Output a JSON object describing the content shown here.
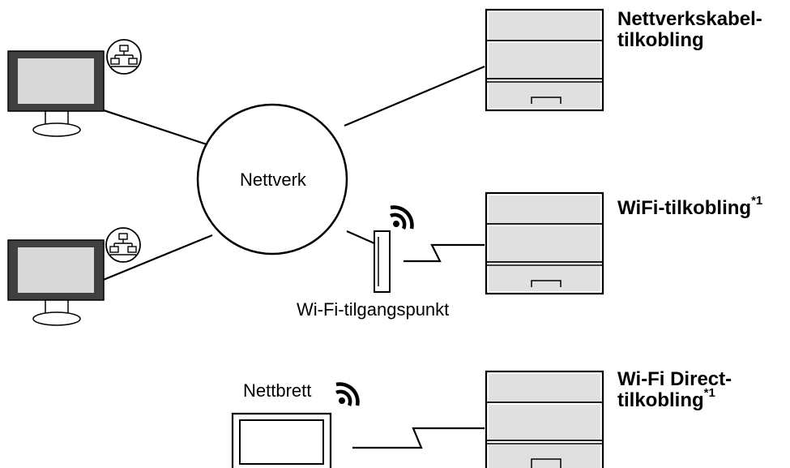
{
  "network": {
    "label": "Nettverk"
  },
  "access_point": {
    "label": "Wi-Fi-tilgangspunkt"
  },
  "tablet": {
    "label": "Nettbrett"
  },
  "connections": {
    "cable": {
      "line1": "Nettverkskabel-",
      "line2": "tilkobling"
    },
    "wifi": {
      "line1": "WiFi-tilkobling",
      "note": "*1"
    },
    "wifi_direct": {
      "line1": "Wi-Fi Direct-",
      "line2": "tilkobling",
      "note": "*1"
    }
  },
  "icons": [
    "computer-icon",
    "network-icon",
    "printer-icon",
    "wifi-signal-icon",
    "access-point-icon",
    "tablet-icon"
  ]
}
